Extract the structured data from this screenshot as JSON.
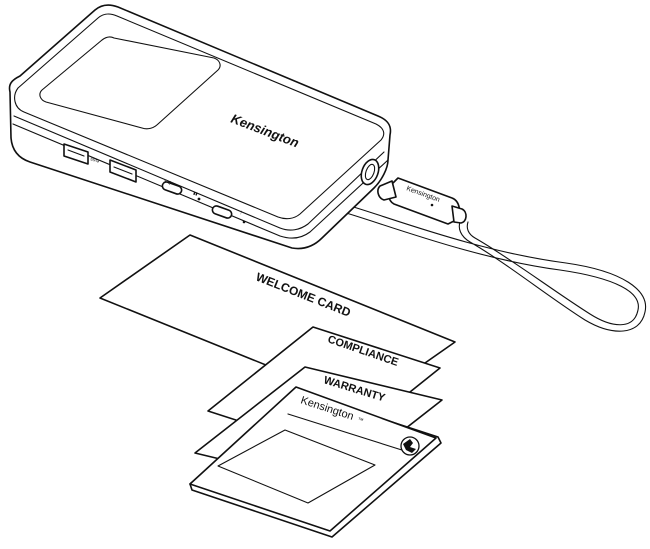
{
  "device": {
    "brand_label": "Kensington",
    "port_icons": [
      "usb-a-ss-icon",
      "usb-a-ss-icon",
      "usb-c-icon",
      "power-led-icon",
      "usb-c-icon",
      "led-indicator-icon"
    ]
  },
  "cable": {
    "brand_label": "Kensington"
  },
  "documents": {
    "welcome_card": "WELCOME CARD",
    "compliance": "COMPLIANCE",
    "warranty": "WARRANTY",
    "quick_start_brand": "Kensington",
    "quick_start_trademark": "™"
  },
  "colors": {
    "line": "#111111",
    "paper": "#ffffff"
  }
}
